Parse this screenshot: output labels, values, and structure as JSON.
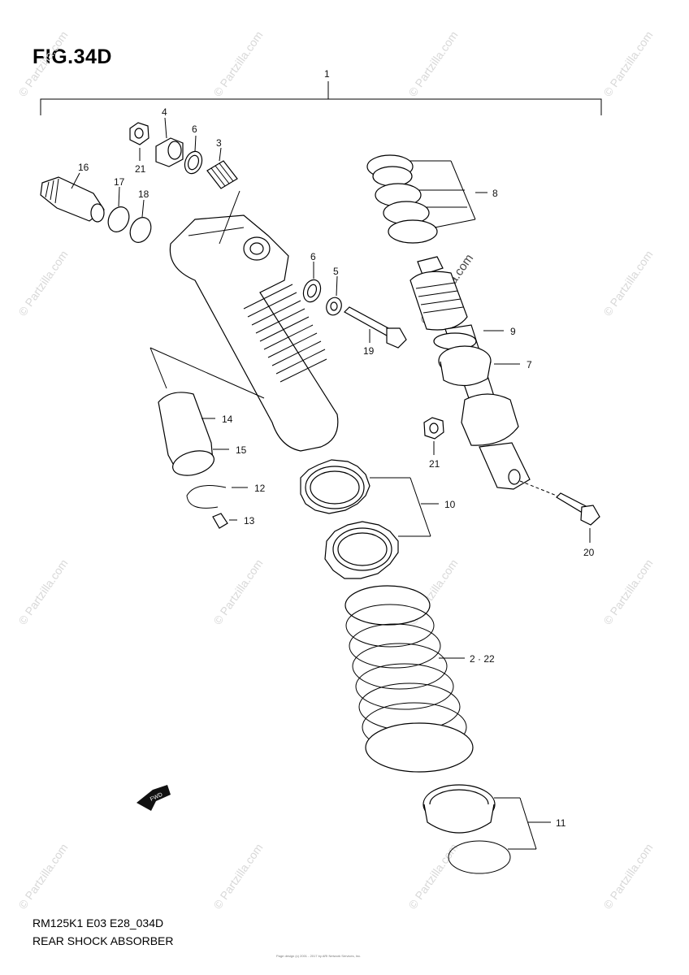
{
  "figure": {
    "title": "FIG.34D"
  },
  "footer": {
    "code": "RM125K1 E03 E28_034D",
    "name": "REAR SHOCK ABSORBER",
    "fine_print": "Page design (c) 2001 - 2017 by ARI Network Services, Inc."
  },
  "watermark": {
    "text": "© Partzilla.com"
  },
  "callouts": {
    "c1": "1",
    "c2": "2 · 22",
    "c3": "3",
    "c4": "4",
    "c5": "5",
    "c6a": "6",
    "c6b": "6",
    "c7": "7",
    "c8": "8",
    "c9": "9",
    "c10": "10",
    "c11": "11",
    "c12": "12",
    "c13": "13",
    "c14": "14",
    "c15": "15",
    "c16": "16",
    "c17": "17",
    "c18": "18",
    "c19": "19",
    "c20": "20",
    "c21a": "21",
    "c21b": "21"
  },
  "fwd_label": "FWD"
}
